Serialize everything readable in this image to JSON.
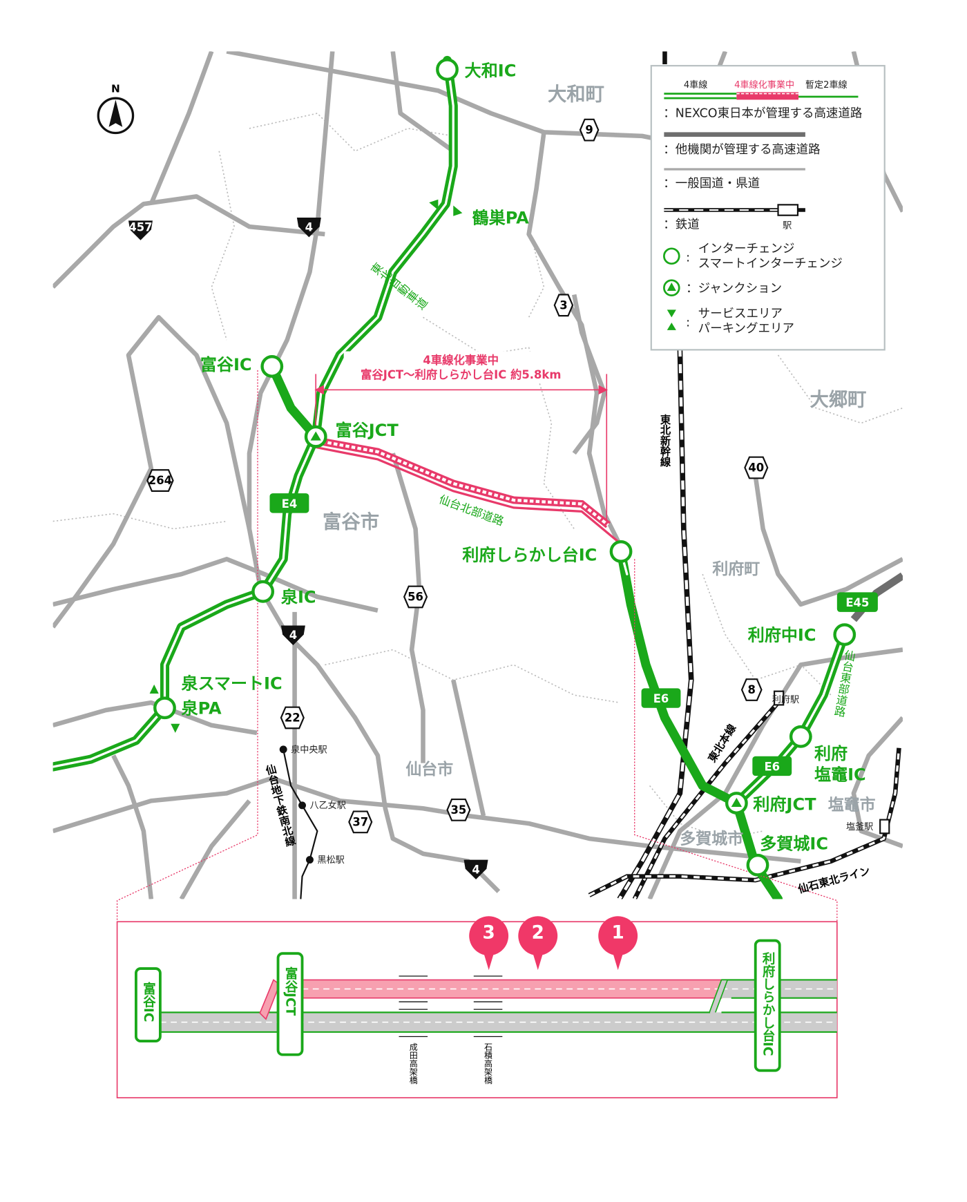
{
  "compass": {
    "label": "N"
  },
  "interchanges": {
    "yamato_ic": "大和IC",
    "tsurusu_pa": "鶴巣PA",
    "tomiya_ic": "富谷IC",
    "tomiya_jct": "富谷JCT",
    "izumi_ic": "泉IC",
    "izumi_smart_ic": "泉スマートIC",
    "izumi_pa": "泉PA",
    "rifu_shirakashidai_ic": "利府しらかし台IC",
    "rifu_naka_ic": "利府中IC",
    "rifu_shiogama_ic_1": "利府",
    "rifu_shiogama_ic_2": "塩竈IC",
    "rifu_jct": "利府JCT",
    "tagajo_ic": "多賀城IC"
  },
  "routes": {
    "e4": "E4",
    "e6_upper": "E6",
    "e6_lower": "E6",
    "e45": "E45",
    "r457": "457",
    "r4_a": "4",
    "r4_b": "4",
    "r4_c": "4",
    "r9": "9",
    "r3": "3",
    "r264": "264",
    "r40": "40",
    "r56": "56",
    "r8": "8",
    "r22": "22",
    "r37": "37",
    "r35": "35"
  },
  "municipalities": {
    "taiwa": "大和町",
    "osato": "大郷町",
    "tomiya": "富谷市",
    "rifu": "利府町",
    "sendai": "仙台市",
    "shiogama": "塩竈市",
    "tagajo": "多賀城市"
  },
  "road_names": {
    "tohoku_expressway": "東北自動車道",
    "sendai_hokubu": "仙台北部道路",
    "sendai_tobu": "仙台東部道路"
  },
  "railways": {
    "shinkansen": "東北新幹線",
    "tohoku_main": "東北本線",
    "senseki_tohoku": "仙石東北ライン",
    "subway": "仙台地下鉄南北線",
    "stations": [
      "泉中央駅",
      "八乙女駅",
      "黒松駅",
      "利府駅",
      "塩釜駅"
    ]
  },
  "project": {
    "line1": "4車線化事業中",
    "line2": "富谷JCT～利府しらかし台IC 約5.8km"
  },
  "legend": {
    "lane4": "4車線",
    "lane4_work": "4車線化事業中",
    "lane2": "暫定2車線",
    "nexco": "：NEXCO東日本が管理する高速道路",
    "other_expressway": "：他機関が管理する高速道路",
    "general_road": "：一般国道・県道",
    "railway": "：鉄道",
    "station": "駅",
    "ic_line1": "インターチェンジ",
    "ic_line2": "スマートインターチェンジ",
    "jct": "：ジャンクション",
    "sa": "サービスエリア",
    "pa": "パーキングエリア"
  },
  "inset": {
    "tomiya_ic": "富谷IC",
    "tomiya_jct": "富谷JCT",
    "rifu_ic": "利府しらかし台IC",
    "bridge1": "成田高架橋",
    "bridge2": "石積高架橋",
    "markers": [
      "3",
      "2",
      "1"
    ]
  },
  "colors": {
    "nexco_green": "#1aa81a",
    "work_pink": "#e83a6a",
    "road_gray": "#a8a8a8",
    "other_expressway": "#6e6e6e"
  }
}
